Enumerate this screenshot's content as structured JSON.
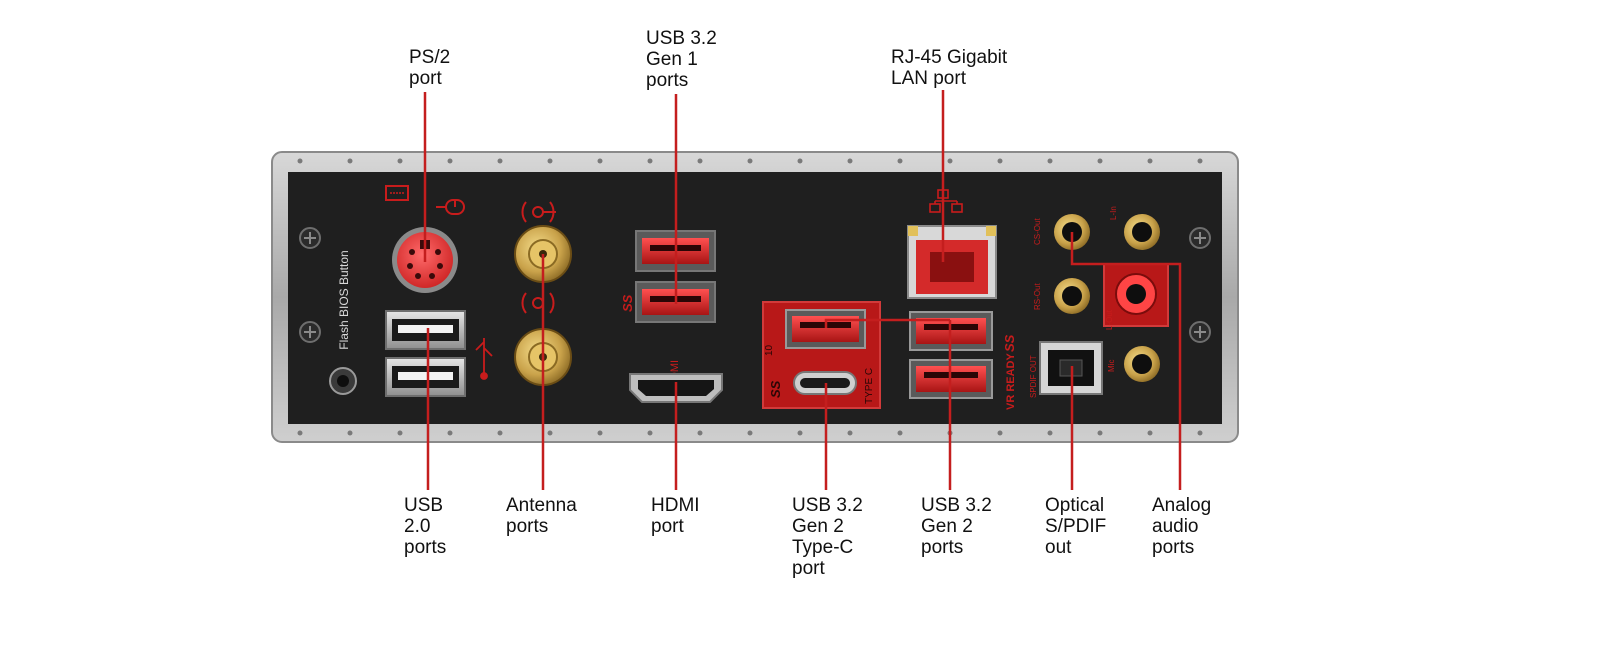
{
  "diagram": {
    "labels": {
      "ps2": "PS/2\nport",
      "usb_gen1": "USB 3.2\nGen 1\nports",
      "rj45": "RJ-45 Gigabit\nLAN port",
      "usb20": "USB\n2.0\nports",
      "antenna": "Antenna\nports",
      "hdmi": "HDMI\nport",
      "typec": "USB 3.2\nGen 2\nType-C\nport",
      "usb_gen2": "USB 3.2\nGen 2\nports",
      "spdif": "Optical\nS/PDIF\nout",
      "audio": "Analog\naudio\nports"
    },
    "panel_text": {
      "flash_bios": "Flash BIOS Button",
      "hdmi_mark": "HDMI",
      "type_c_mark": "TYPE C",
      "ss_mark": "SS",
      "ten_mark": "10",
      "vr_ready": "VR READY",
      "spdif_mark": "SPDIF OUT",
      "audio_marks": [
        "CS-Out",
        "L-In",
        "RS-Out",
        "L-Out",
        "Mic"
      ]
    },
    "colors": {
      "callout_line": "#c41e1e",
      "panel": "#1f1f1f",
      "frame": "#b9b9b9",
      "accent_red": "#e03a3a",
      "gold": "#c9a24a"
    }
  }
}
